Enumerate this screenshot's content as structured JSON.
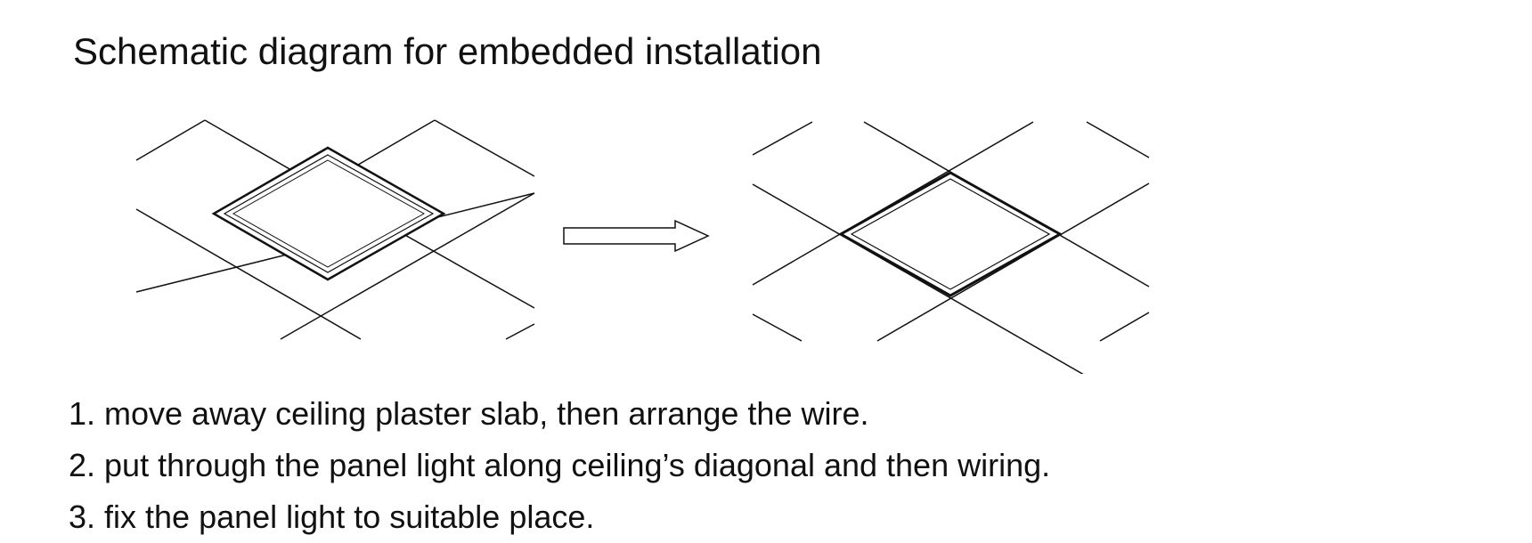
{
  "title": "Schematic diagram for embedded installation",
  "steps": [
    "1. move away ceiling plaster slab, then arrange the wire.",
    "2. put through the panel light along ceiling’s diagonal and then wiring.",
    "3. fix the panel light to suitable place."
  ],
  "colors": {
    "line": "#111111",
    "background": "#ffffff"
  },
  "icons": {
    "arrow": "right-arrow-icon",
    "panel": "panel-light-icon"
  }
}
